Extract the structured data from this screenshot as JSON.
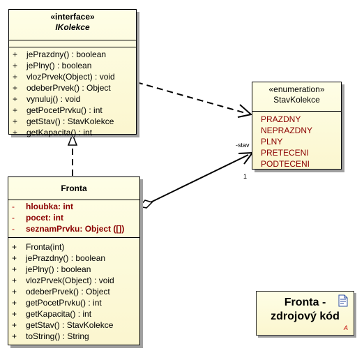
{
  "ikolekce": {
    "stereotype": "«interface»",
    "name": "IKolekce",
    "methods": [
      {
        "vis": "+",
        "text": "jePrazdny() : boolean"
      },
      {
        "vis": "+",
        "text": "jePlny() : boolean"
      },
      {
        "vis": "+",
        "text": "vlozPrvek(Object) : void"
      },
      {
        "vis": "+",
        "text": "odeberPrvek() : Object"
      },
      {
        "vis": "+",
        "text": "vynuluj() : void"
      },
      {
        "vis": "+",
        "text": "getPocetPrvku() : int"
      },
      {
        "vis": "+",
        "text": "getStav() : StavKolekce"
      },
      {
        "vis": "+",
        "text": "getKapacita() : int"
      }
    ]
  },
  "stav": {
    "stereotype": "«enumeration»",
    "name": "StavKolekce",
    "literals": [
      "PRAZDNY",
      "NEPRAZDNY",
      "PLNY",
      "PRETECENI",
      "PODTECENI"
    ]
  },
  "fronta": {
    "name": "Fronta",
    "attributes": [
      {
        "vis": "-",
        "text": "hloubka:  int"
      },
      {
        "vis": "-",
        "text": "pocet:  int"
      },
      {
        "vis": "-",
        "text": "seznamPrvku:  Object ([])"
      }
    ],
    "methods": [
      {
        "vis": "+",
        "text": "Fronta(int)"
      },
      {
        "vis": "+",
        "text": "jePrazdny() : boolean"
      },
      {
        "vis": "+",
        "text": "jePlny() : boolean"
      },
      {
        "vis": "+",
        "text": "vlozPrvek(Object) : void"
      },
      {
        "vis": "+",
        "text": "odeberPrvek() : Object"
      },
      {
        "vis": "+",
        "text": "getPocetPrvku() : int"
      },
      {
        "vis": "+",
        "text": "getKapacita() : int"
      },
      {
        "vis": "+",
        "text": "getStav() : StavKolekce"
      },
      {
        "vis": "+",
        "text": "toString() : String"
      }
    ]
  },
  "association": {
    "role": "-stav",
    "multiplicity": "1"
  },
  "note": {
    "line1": "Fronta -",
    "line2": "zdrojový kód",
    "icon": "document-icon"
  }
}
